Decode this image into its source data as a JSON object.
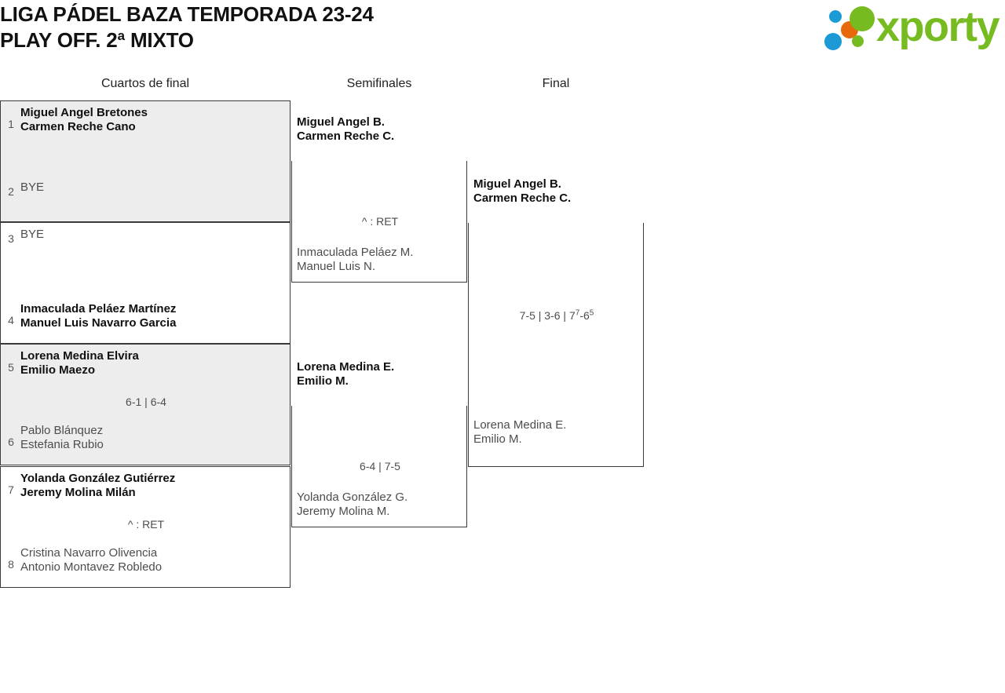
{
  "header": {
    "title": "LIGA PÁDEL BAZA TEMPORADA 23-24\nPLAY OFF. 2ª MIXTO",
    "logo_text": "xporty",
    "logo_colors": {
      "green": "#76bc21",
      "blue": "#1b9ad6",
      "orange": "#e8690b"
    }
  },
  "rounds": [
    {
      "label": "Cuartos de final"
    },
    {
      "label": "Semifinales"
    },
    {
      "label": "Final"
    }
  ],
  "quarterfinals": [
    {
      "shaded": true,
      "score": "",
      "top": {
        "seed": "1",
        "names": "Miguel Angel Bretones\nCarmen Reche Cano",
        "result": "winner"
      },
      "bottom": {
        "seed": "2",
        "names": "BYE",
        "result": "loser"
      }
    },
    {
      "shaded": false,
      "score": "",
      "top": {
        "seed": "3",
        "names": "BYE",
        "result": "loser"
      },
      "bottom": {
        "seed": "4",
        "names": "Inmaculada Peláez Martínez\nManuel Luis Navarro Garcia",
        "result": "winner"
      }
    },
    {
      "shaded": true,
      "score": "6-1 | 6-4",
      "top": {
        "seed": "5",
        "names": "Lorena Medina Elvira\nEmilio Maezo",
        "result": "winner"
      },
      "bottom": {
        "seed": "6",
        "names": "Pablo Blánquez\nEstefania Rubio",
        "result": "loser"
      }
    },
    {
      "shaded": false,
      "score": "^ : RET",
      "top": {
        "seed": "7",
        "names": "Yolanda González Gutiérrez\nJeremy Molina Milán",
        "result": "winner"
      },
      "bottom": {
        "seed": "8",
        "names": "Cristina Navarro Olivencia\nAntonio Montavez Robledo",
        "result": "loser"
      }
    }
  ],
  "semifinals": [
    {
      "score": "^ : RET",
      "top": {
        "names": "Miguel Angel B.\nCarmen Reche C.",
        "result": "winner"
      },
      "bottom": {
        "names": "Inmaculada Peláez M.\nManuel Luis N.",
        "result": "loser"
      }
    },
    {
      "score": "6-4 | 7-5",
      "top": {
        "names": "Lorena Medina E.\nEmilio M.",
        "result": "winner"
      },
      "bottom": {
        "names": "Yolanda González G.\nJeremy Molina M.",
        "result": "loser"
      }
    }
  ],
  "final": {
    "score_parts": [
      {
        "text": "7-5 | 3-6 | 7",
        "sup": "7"
      },
      {
        "text": "-6",
        "sup": "5"
      }
    ],
    "score_plain": "7-5 | 3-6 | 7⁷-6⁵",
    "top": {
      "names": "Miguel Angel B.\nCarmen Reche C.",
      "result": "winner"
    },
    "bottom": {
      "names": "Lorena Medina E.\nEmilio M.",
      "result": "loser"
    }
  }
}
